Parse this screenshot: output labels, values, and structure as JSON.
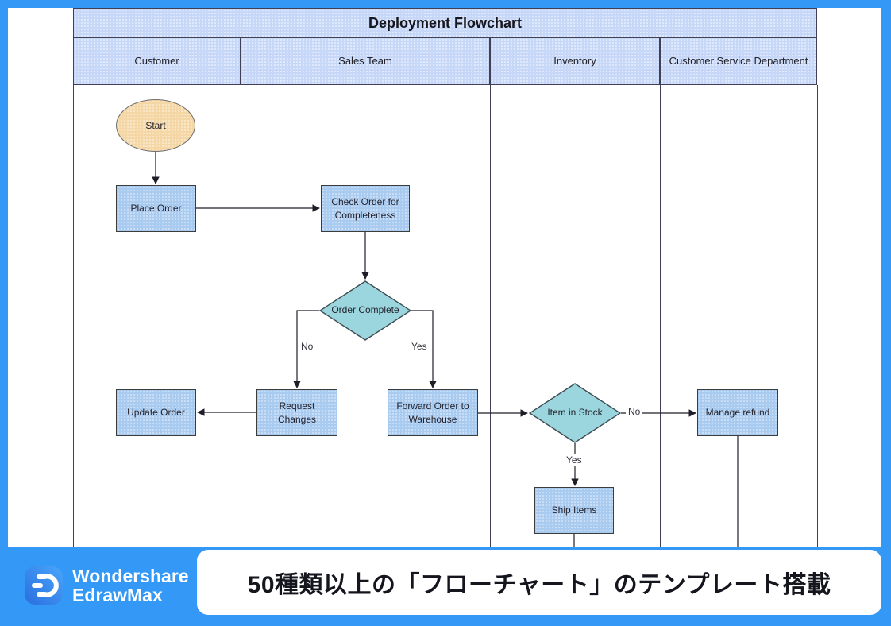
{
  "colors": {
    "accent": "#3398f6",
    "header_fill": "#c6d7f7",
    "process_fill": "#a9cbf0",
    "decision_fill": "#9bd6de",
    "terminator_fill": "#f5d7a5"
  },
  "diagram": {
    "title": "Deployment Flowchart",
    "lanes": [
      "Customer",
      "Sales Team",
      "Inventory",
      "Customer Service Department"
    ],
    "nodes": {
      "start": "Start",
      "place_order": "Place Order",
      "check_order": "Check Order for Completeness",
      "order_complete": "Order Complete",
      "update_order": "Update Order",
      "request_changes": "Request Changes",
      "forward_order": "Forward Order to Warehouse",
      "item_in_stock": "Item in Stock",
      "manage_refund": "Manage refund",
      "ship_items": "Ship Items"
    },
    "edge_labels": {
      "order_complete_no": "No",
      "order_complete_yes": "Yes",
      "item_in_stock_no": "No",
      "item_in_stock_yes": "Yes"
    }
  },
  "banner": {
    "brand_line1": "Wondershare",
    "brand_line2": "EdrawMax",
    "logo_icon": "edrawmax-logo-icon",
    "headline": "50種類以上の「フローチャート」のテンプレート搭載"
  }
}
